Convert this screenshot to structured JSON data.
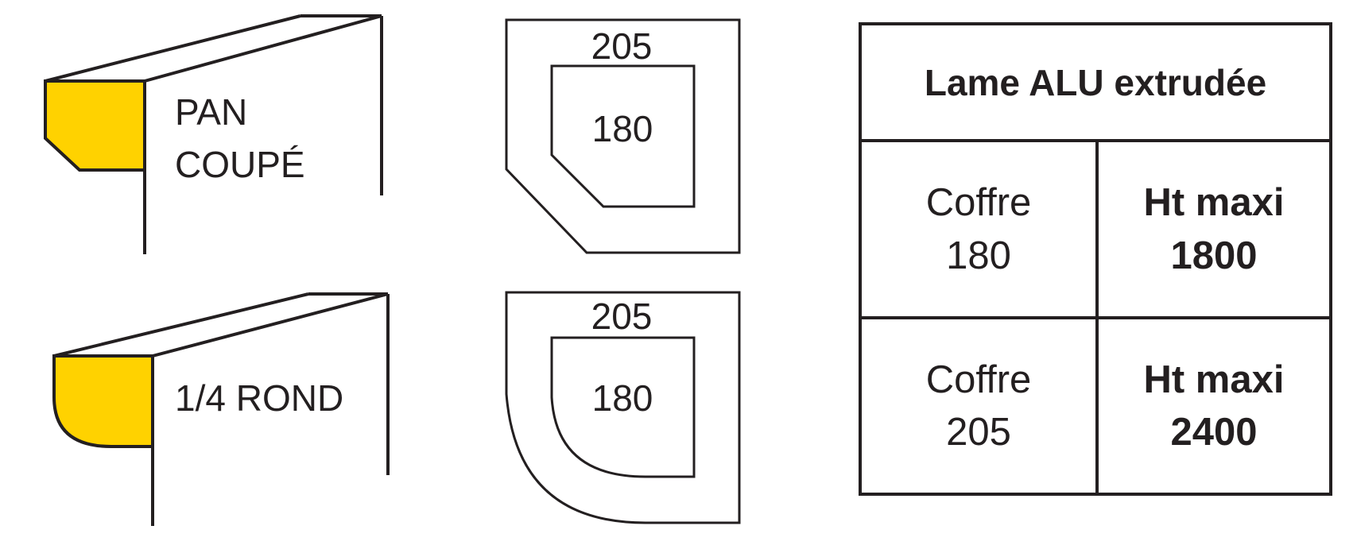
{
  "colors": {
    "accent": "#ffd200",
    "ink": "#231f20",
    "background": "#ffffff"
  },
  "profiles": [
    {
      "label_lines": [
        "PAN",
        "COUPÉ"
      ],
      "outer_dimension": "205",
      "inner_dimension": "180"
    },
    {
      "label_lines": [
        "1/4 ROND"
      ],
      "outer_dimension": "205",
      "inner_dimension": "180"
    }
  ],
  "table": {
    "title": "Lame ALU extrudée",
    "rows": [
      {
        "coffre_label": "Coffre",
        "coffre_value": "180",
        "height_label": "Ht maxi",
        "height_value": "1800"
      },
      {
        "coffre_label": "Coffre",
        "coffre_value": "205",
        "height_label": "Ht maxi",
        "height_value": "2400"
      }
    ]
  }
}
